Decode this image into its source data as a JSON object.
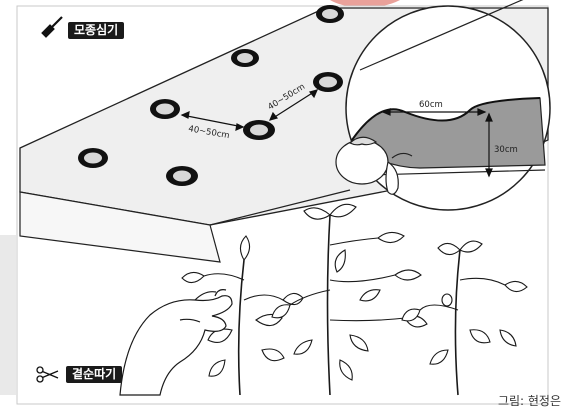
{
  "labels": {
    "planting": "모종심기",
    "pruning": "곁순따기",
    "credit": "그림: 현정은"
  },
  "dimensions": {
    "spacing_a": "40~50cm",
    "spacing_b": "40~50cm",
    "bed_width": "60cm",
    "bed_height": "30cm"
  },
  "icons": {
    "planting": "trowel-icon",
    "pruning": "scissors-icon"
  }
}
